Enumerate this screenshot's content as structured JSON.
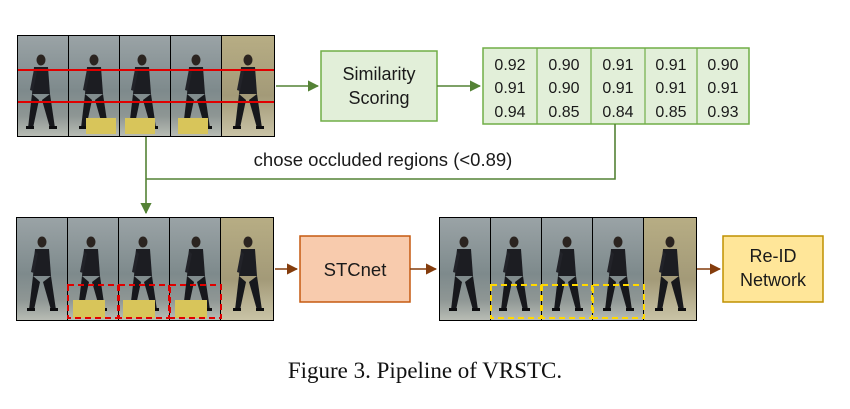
{
  "figure": {
    "caption": "Figure 3. Pipeline of VRSTC.",
    "similarity_box": {
      "line1": "Similarity",
      "line2": "Scoring"
    },
    "threshold_label": "chose occluded regions (<0.89)",
    "stcnet_label": "STCnet",
    "reid_box": {
      "line1": "Re-ID",
      "line2": "Network"
    },
    "score_matrix": [
      [
        "0.92",
        "0.90",
        "0.91",
        "0.91",
        "0.90"
      ],
      [
        "0.91",
        "0.90",
        "0.91",
        "0.91",
        "0.91"
      ],
      [
        "0.94",
        "0.85",
        "0.84",
        "0.85",
        "0.93"
      ]
    ],
    "colors": {
      "green_fill": "#e2efd9",
      "green_stroke": "#70ad47",
      "arrow_green": "#548235",
      "stcnet_fill": "#f8cbad",
      "stcnet_stroke": "#c55a11",
      "reid_fill": "#ffe699",
      "reid_stroke": "#bf9000",
      "arrow_brown": "#843c0c",
      "red_line": "#e00000",
      "red_dash": "#e00000",
      "yellow_dash": "#ffd800"
    }
  }
}
